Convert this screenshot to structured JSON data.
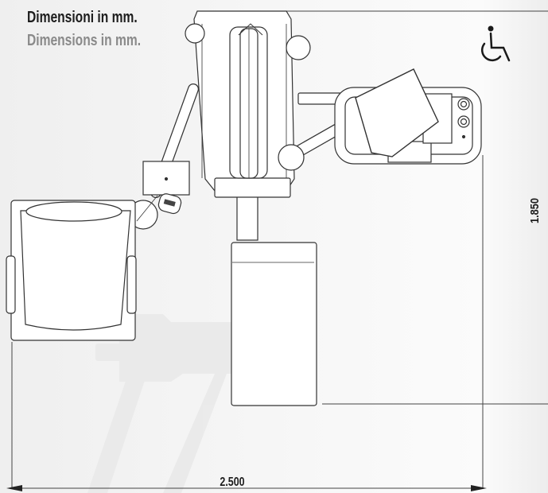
{
  "header": {
    "title_it": "Dimensioni in mm.",
    "title_en": "Dimensions in mm."
  },
  "dimensions": {
    "width": "2.500",
    "depth": "1.850"
  },
  "icons": {
    "accessibility": "wheelchair-icon"
  },
  "colors": {
    "line": "#333333",
    "fill": "#ffffff",
    "text_primary": "#1d1d1d",
    "text_secondary": "#8a8a8a",
    "ghost": "#e6e6e6"
  }
}
